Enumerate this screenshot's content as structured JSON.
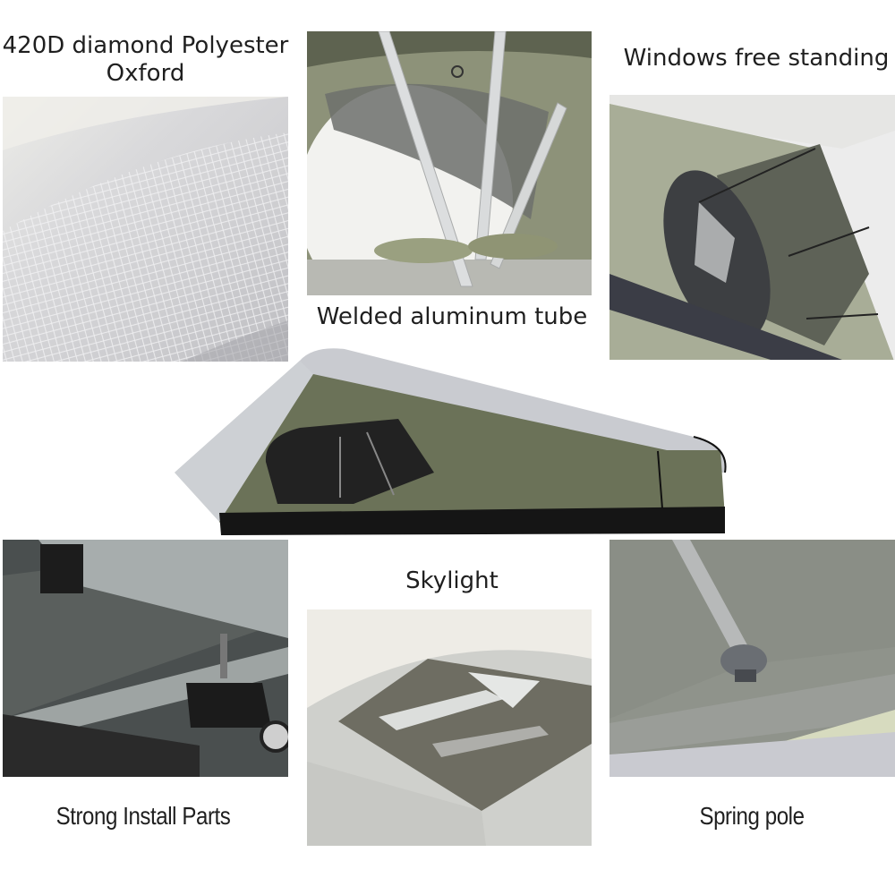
{
  "collage": {
    "background": "#ffffff",
    "panels": [
      {
        "id": "fabric",
        "label": "420D diamond Polyester",
        "label_line2": "Oxford",
        "subject": "Close-up of light grey ripstop fabric with diamond grid texture",
        "colors": {
          "base": "#d6d6d8",
          "highlight": "#ececec",
          "grid": "#f5f5f5",
          "shadow": "#b9b9bc"
        }
      },
      {
        "id": "aluminum-tube",
        "label": "Welded aluminum tube",
        "subject": "Tent interior with silver aluminum poles and mesh window",
        "colors": {
          "pole": "#d9dbdc",
          "mesh": "#6c6f6c",
          "fabric": "#8d9279",
          "light": "#f1f1ee",
          "floor": "#b9b9b4"
        }
      },
      {
        "id": "windows",
        "label": "Windows free standing",
        "subject": "Olive green tent side with oval mesh window and awning",
        "colors": {
          "fabric": "#a8ad97",
          "awning": "#5e6257",
          "mesh": "#3d3f42",
          "stripe": "#3b3d46",
          "sky": "#ececec"
        }
      },
      {
        "id": "hero-tent",
        "subject": "Rooftop tent with grey rainfly over olive green body and black base",
        "colors": {
          "fly": "#c9cbd0",
          "body": "#6b7258",
          "base": "#151515",
          "window": "#222222"
        }
      },
      {
        "id": "install-parts",
        "label": "Strong Install Parts",
        "subject": "Underside mounting rail with bolt and black knob clamp",
        "colors": {
          "rail": "#a7adad",
          "plate": "#4a4f4f",
          "knob": "#1b1b1b",
          "frame": "#2a2a2a"
        }
      },
      {
        "id": "skylight",
        "label": "Skylight",
        "subject": "Grey fly top with clear reflective skylight window",
        "colors": {
          "fly": "#cfd0cc",
          "window": "#6e6d62",
          "reflection": "#e8eaea",
          "wall": "#eeece6"
        }
      },
      {
        "id": "spring-pole",
        "label": "Spring pole",
        "subject": "Grey spring pole meeting tent fabric seam",
        "colors": {
          "fabric": "#8f938b",
          "pole": "#a4a6a6",
          "light": "#d7dbbf",
          "band": "#6a6e73"
        }
      }
    ]
  }
}
